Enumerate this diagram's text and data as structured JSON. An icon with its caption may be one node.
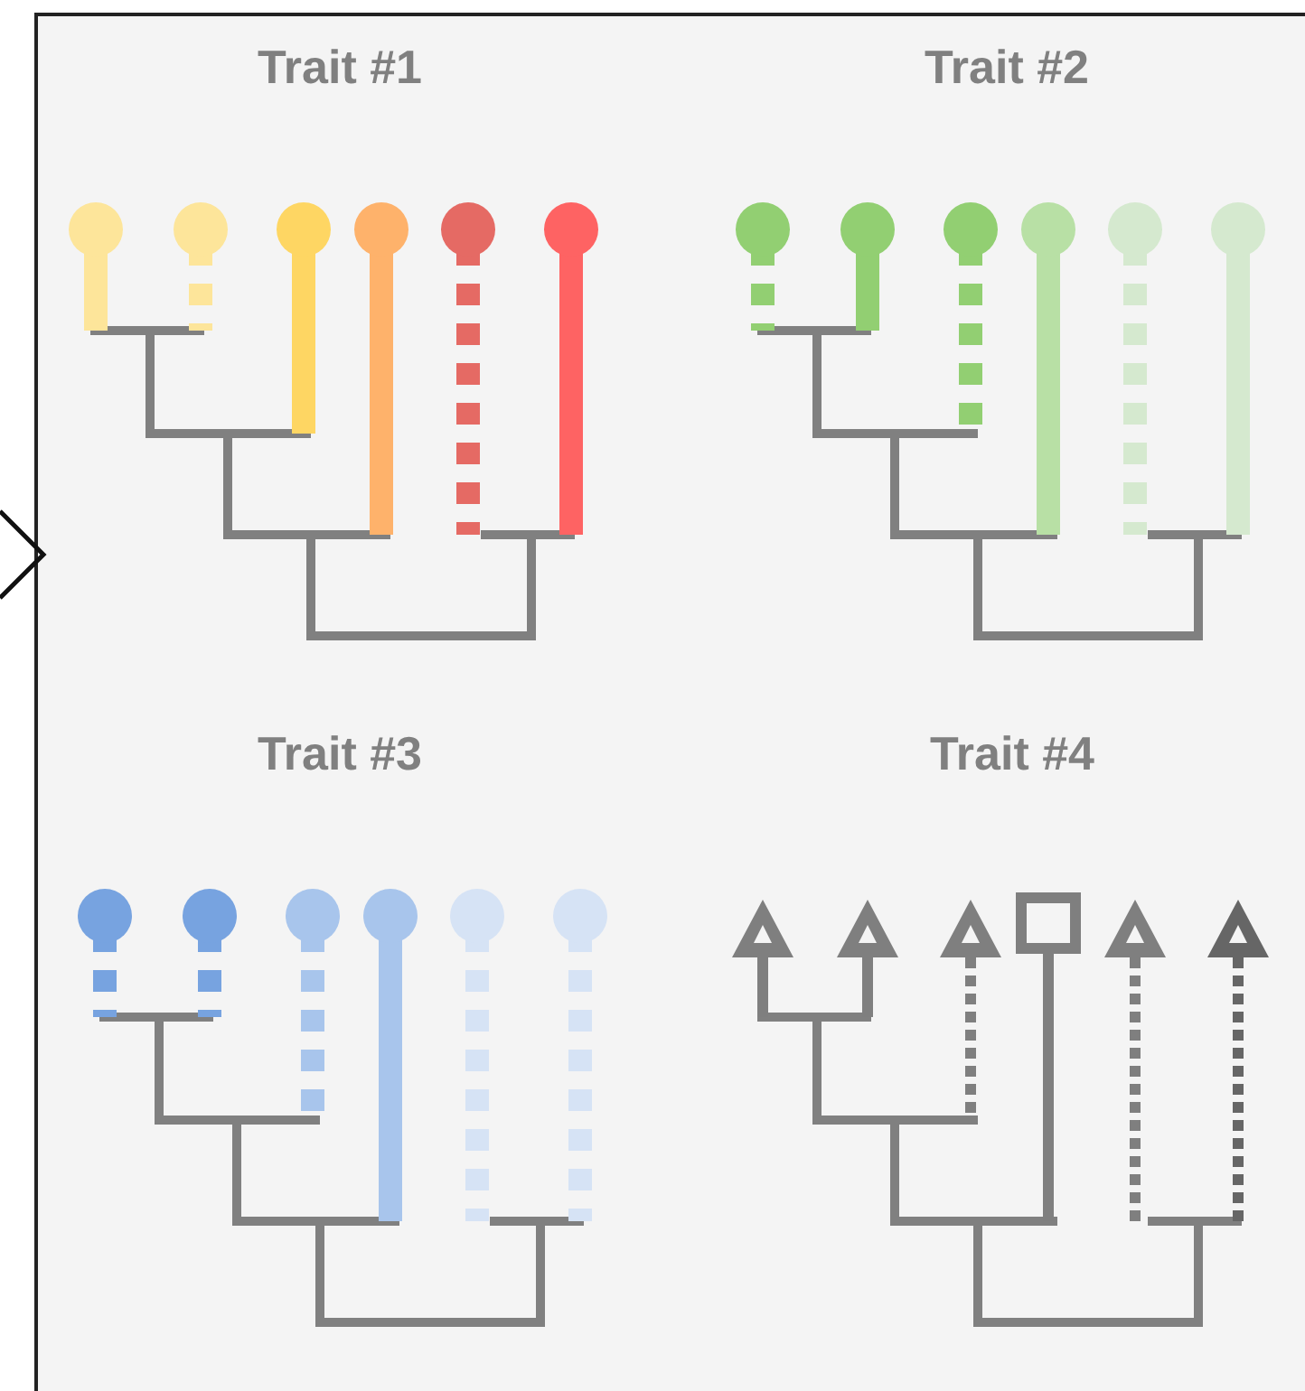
{
  "diagram": {
    "labels": [
      "Trait #1",
      "Trait #2",
      "Trait #3",
      "Trait #4"
    ]
  }
}
